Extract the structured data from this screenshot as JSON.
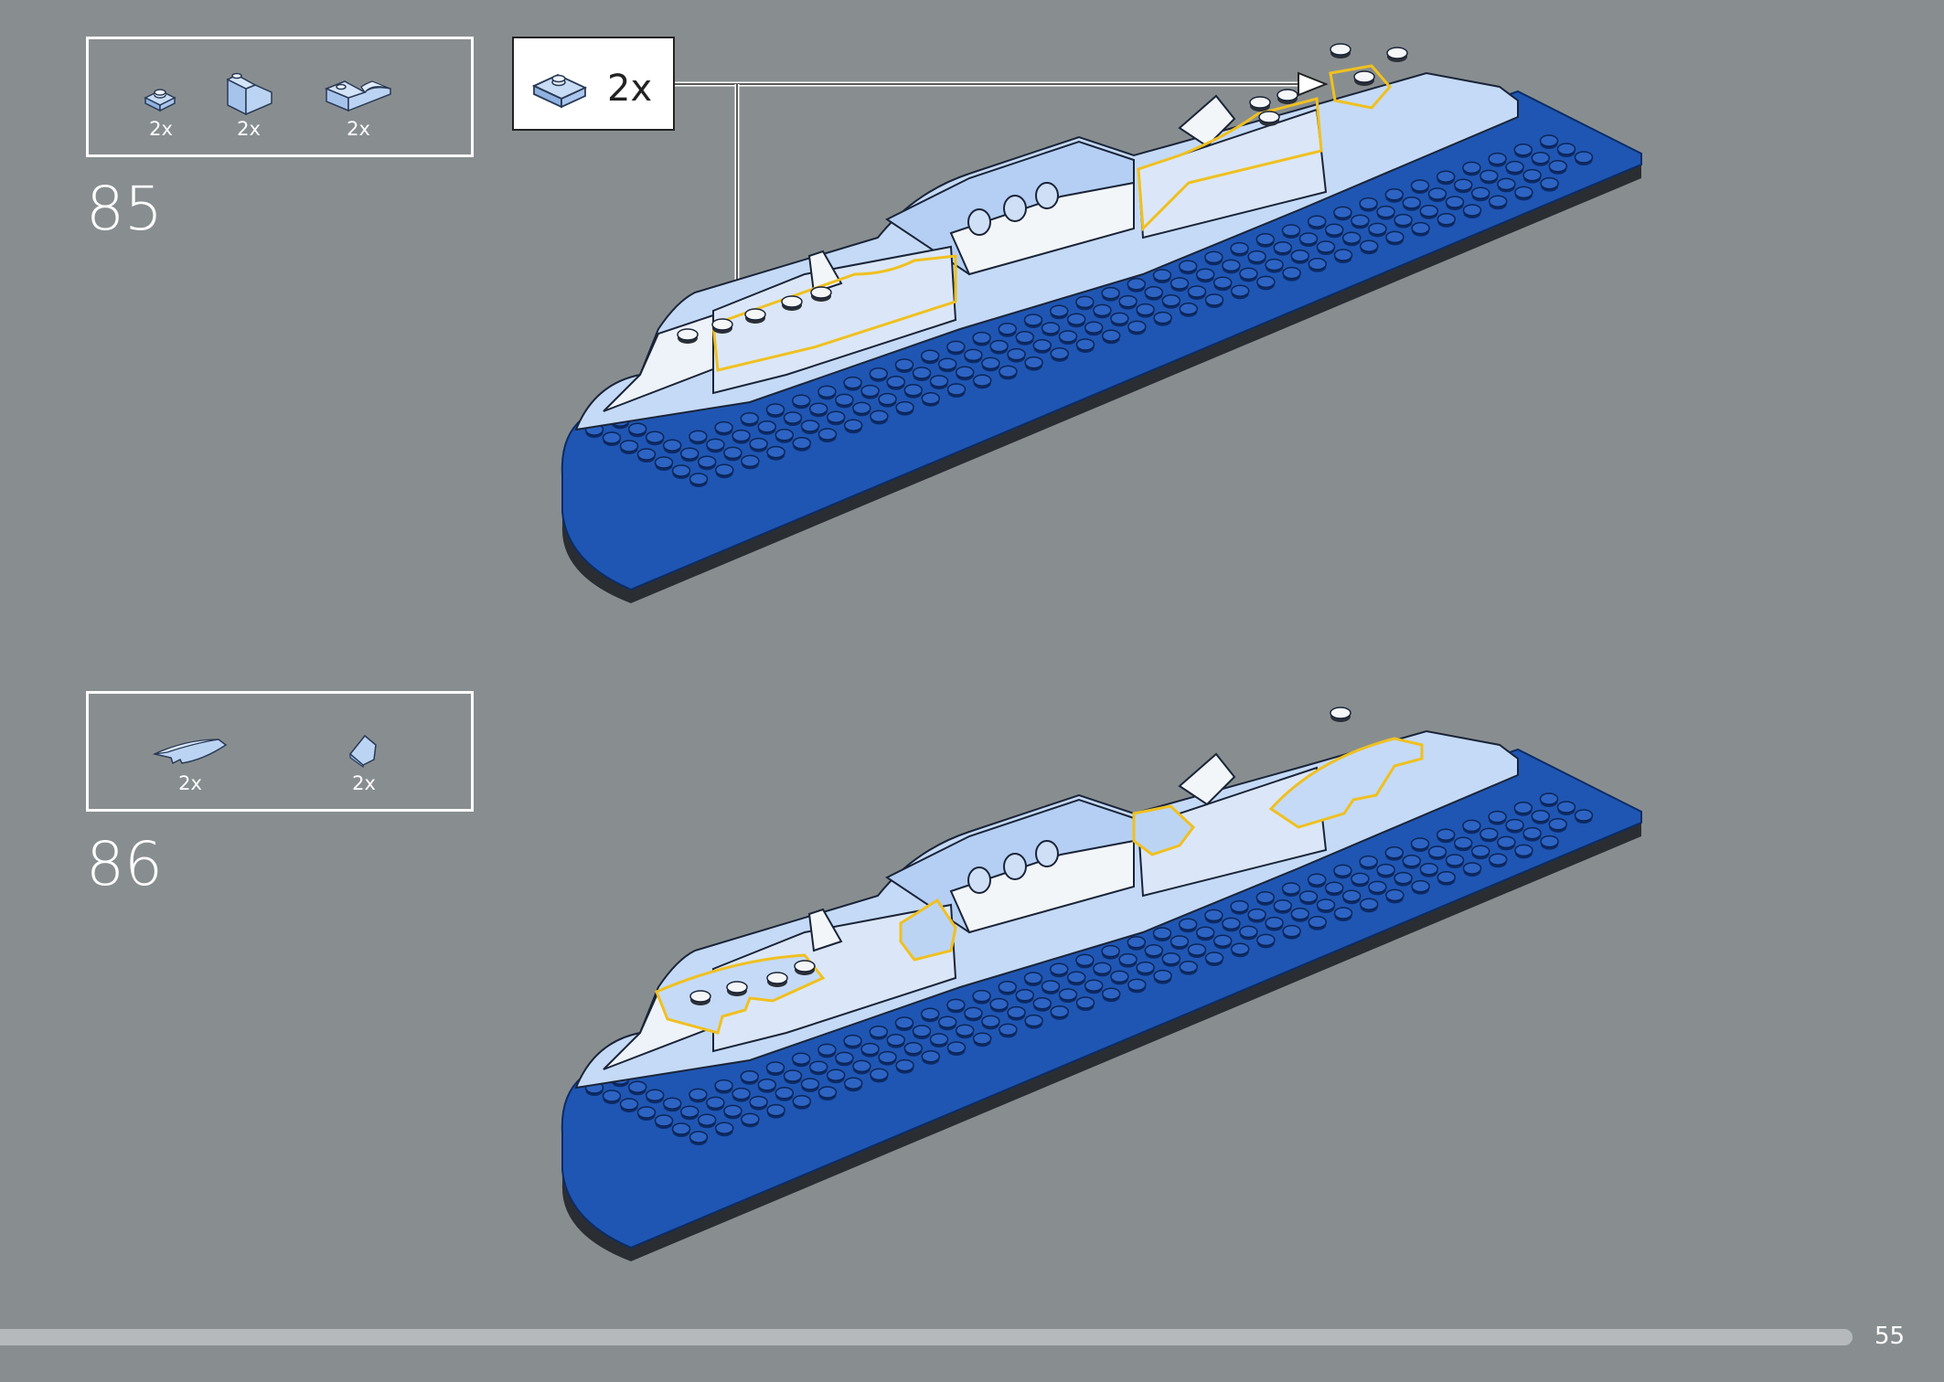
{
  "steps": [
    {
      "number": "85",
      "parts": [
        {
          "icon": "plate-1x1-icon",
          "qty": "2x",
          "color": "#a9c8f0"
        },
        {
          "icon": "slope-brick-icon",
          "qty": "2x",
          "color": "#a9c8f0"
        },
        {
          "icon": "curved-slope-icon",
          "qty": "2x",
          "color": "#a9c8f0"
        }
      ],
      "callout": {
        "icon": "plate-1x2-icon",
        "qty": "2x"
      }
    },
    {
      "number": "86",
      "parts": [
        {
          "icon": "wedge-curved-icon",
          "qty": "2x",
          "color": "#a9c8f0"
        },
        {
          "icon": "tile-wedge-icon",
          "qty": "2x",
          "color": "#a9c8f0"
        }
      ]
    }
  ],
  "colors": {
    "background": "#888e90",
    "baseplate": "#1f56b3",
    "light_blue": "#b8d2f3",
    "white": "#f4f6f8",
    "highlight": "#f0c020"
  },
  "page_number": "55"
}
